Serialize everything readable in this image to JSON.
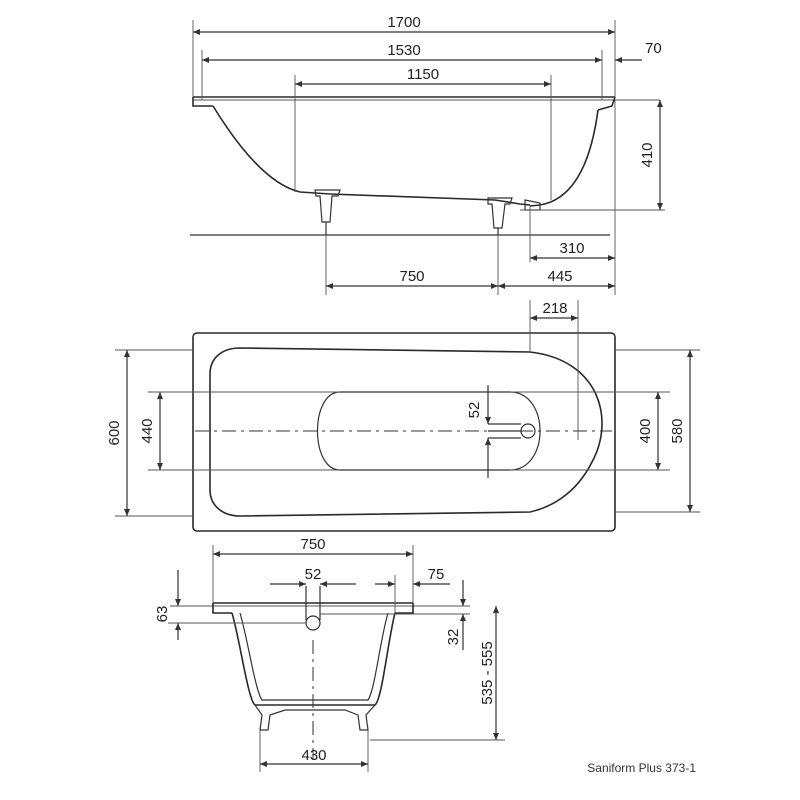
{
  "side_view": {
    "overall_length": "1700",
    "inner_length": "1530",
    "rim_width": "70",
    "bottom_length": "1150",
    "depth": "410",
    "drain_offset": "310",
    "leg_spacing": "750",
    "leg_to_end": "445"
  },
  "top_view": {
    "outer_width": "600",
    "inner_width": "440",
    "drain_distance": "218",
    "drain_size": "52",
    "bottom_width": "400",
    "rim_inner_width": "580"
  },
  "end_view": {
    "width": "750",
    "overflow_size": "52",
    "overflow_offset": "75",
    "rim_height": "63",
    "overflow_height": "32",
    "total_height": "535 - 555",
    "leg_width": "430"
  },
  "caption": "Saniform Plus 373-1",
  "colors": {
    "line": "#333333",
    "background": "#ffffff"
  }
}
